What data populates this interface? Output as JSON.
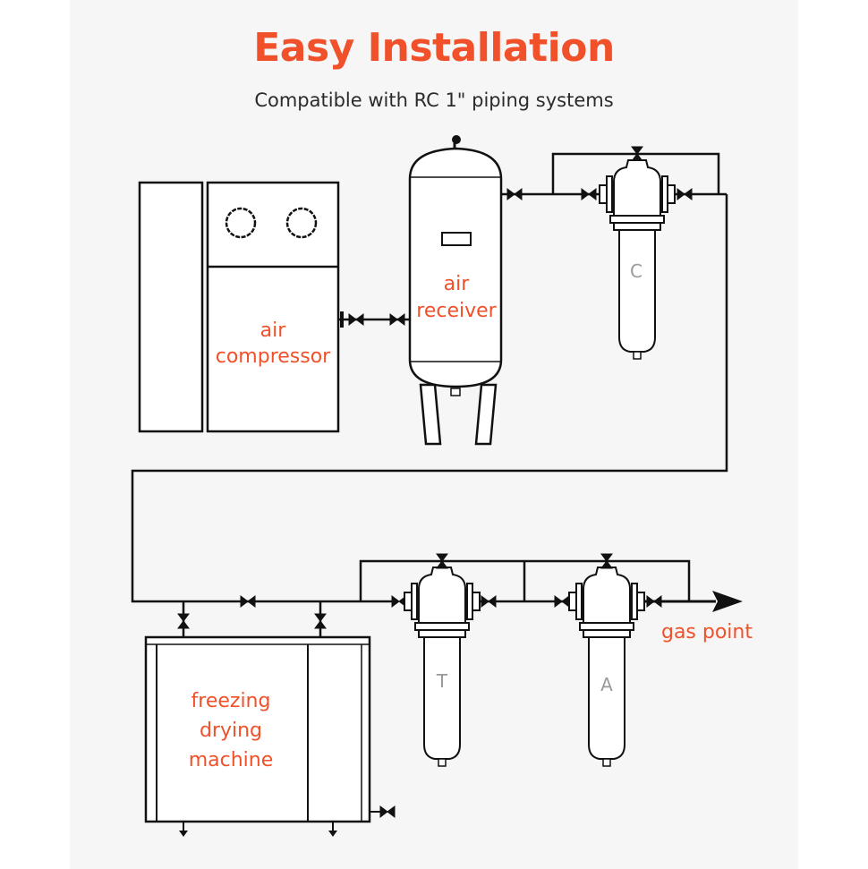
{
  "header": {
    "title": "Easy Installation",
    "subtitle": "Compatible with RC 1\" piping systems"
  },
  "components": {
    "compressor_label_1": "air",
    "compressor_label_2": "compressor",
    "receiver_label_1": "air",
    "receiver_label_2": "receiver",
    "dryer_label_1": "freezing",
    "dryer_label_2": "drying",
    "dryer_label_3": "machine",
    "filter_c": "C",
    "filter_t": "T",
    "filter_a": "A",
    "outlet_label": "gas point"
  },
  "colors": {
    "accent": "#f0512a",
    "line": "#111111",
    "panel": "#f6f6f6"
  }
}
